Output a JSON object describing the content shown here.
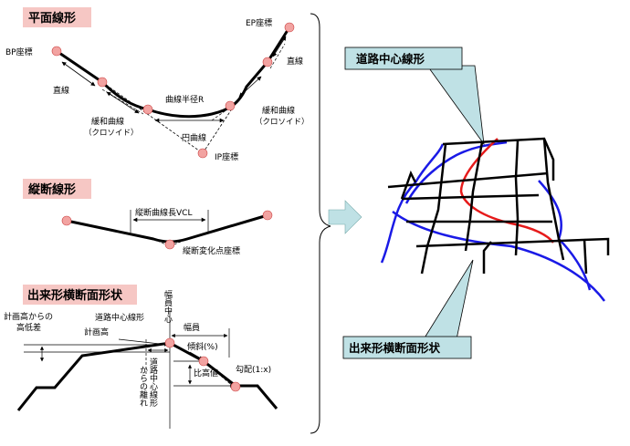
{
  "sections": {
    "plan": "平面線形",
    "profile": "縦断線形",
    "cross": "出来形横断面形状"
  },
  "plan_labels": {
    "bp": "BP座標",
    "ep": "EP座標",
    "straight_left": "直線",
    "straight_right": "直線",
    "curve_radius": "曲線半径R",
    "clothoid_left_1": "緩和曲線",
    "clothoid_left_2": "（クロソイド）",
    "clothoid_right_1": "緩和曲線",
    "clothoid_right_2": "（クロソイド）",
    "circular_curve": "円曲線",
    "ip": "IP座標"
  },
  "profile_labels": {
    "vcl": "縦断曲線長VCL",
    "vip": "縦断変化点座標"
  },
  "cross_labels": {
    "height_diff_1": "計画高からの",
    "height_diff_2": "高低差",
    "centerline": "道路中心線形",
    "plan_height": "計画高",
    "width_center": "幅員中心",
    "width": "幅員",
    "slope": "傾斜(%)",
    "distance_from_center_a": "からの離れ",
    "distance_from_center_b": "道路中心線形",
    "relative_height": "比高値",
    "gradient": "勾配(1:x)"
  },
  "callouts": {
    "top": "道路中心線形",
    "bottom": "出来形横断面形状"
  },
  "colors": {
    "section_bg": "#f6c7c4",
    "callout_bg": "#bfe1e5",
    "point_fill": "#f2a3a1",
    "blue": "#1a1ae6",
    "red": "#e61a1a",
    "arrow": "#bfe1e5"
  }
}
